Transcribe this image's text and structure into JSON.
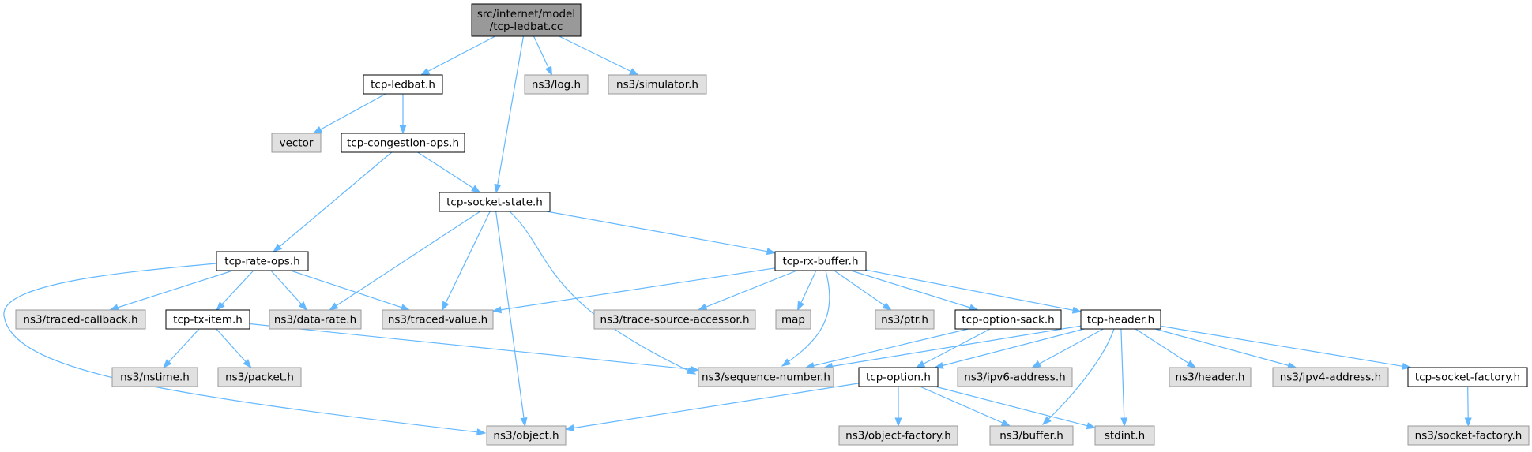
{
  "colors": {
    "edge": "#63b8ff",
    "focus_fill": "#999999",
    "external_fill": "#e0e0e0",
    "external_stroke": "#999999",
    "local_fill": "#ffffff",
    "local_stroke": "#000000"
  },
  "nodes": [
    {
      "id": "root",
      "lines": [
        "src/internet/model",
        "/tcp-ledbat.cc"
      ],
      "kind": "focus"
    },
    {
      "id": "tcp-ledbat",
      "lines": [
        "tcp-ledbat.h"
      ],
      "kind": "local"
    },
    {
      "id": "log",
      "lines": [
        "ns3/log.h"
      ],
      "kind": "external"
    },
    {
      "id": "simulator",
      "lines": [
        "ns3/simulator.h"
      ],
      "kind": "external"
    },
    {
      "id": "vector",
      "lines": [
        "vector"
      ],
      "kind": "external"
    },
    {
      "id": "cong-ops",
      "lines": [
        "tcp-congestion-ops.h"
      ],
      "kind": "local"
    },
    {
      "id": "sock-state",
      "lines": [
        "tcp-socket-state.h"
      ],
      "kind": "local"
    },
    {
      "id": "rate-ops",
      "lines": [
        "tcp-rate-ops.h"
      ],
      "kind": "local"
    },
    {
      "id": "rx-buffer",
      "lines": [
        "tcp-rx-buffer.h"
      ],
      "kind": "local"
    },
    {
      "id": "traced-cb",
      "lines": [
        "ns3/traced-callback.h"
      ],
      "kind": "external"
    },
    {
      "id": "tx-item",
      "lines": [
        "tcp-tx-item.h"
      ],
      "kind": "local"
    },
    {
      "id": "data-rate",
      "lines": [
        "ns3/data-rate.h"
      ],
      "kind": "external"
    },
    {
      "id": "traced-val",
      "lines": [
        "ns3/traced-value.h"
      ],
      "kind": "external"
    },
    {
      "id": "trace-src",
      "lines": [
        "ns3/trace-source-accessor.h"
      ],
      "kind": "external"
    },
    {
      "id": "map",
      "lines": [
        "map"
      ],
      "kind": "external"
    },
    {
      "id": "ptr",
      "lines": [
        "ns3/ptr.h"
      ],
      "kind": "external"
    },
    {
      "id": "opt-sack",
      "lines": [
        "tcp-option-sack.h"
      ],
      "kind": "local"
    },
    {
      "id": "header",
      "lines": [
        "tcp-header.h"
      ],
      "kind": "local"
    },
    {
      "id": "nstime",
      "lines": [
        "ns3/nstime.h"
      ],
      "kind": "external"
    },
    {
      "id": "packet",
      "lines": [
        "ns3/packet.h"
      ],
      "kind": "external"
    },
    {
      "id": "seq",
      "lines": [
        "ns3/sequence-number.h"
      ],
      "kind": "external"
    },
    {
      "id": "option",
      "lines": [
        "tcp-option.h"
      ],
      "kind": "local"
    },
    {
      "id": "ipv6",
      "lines": [
        "ns3/ipv6-address.h"
      ],
      "kind": "external"
    },
    {
      "id": "ns3header",
      "lines": [
        "ns3/header.h"
      ],
      "kind": "external"
    },
    {
      "id": "ipv4",
      "lines": [
        "ns3/ipv4-address.h"
      ],
      "kind": "external"
    },
    {
      "id": "sock-fact",
      "lines": [
        "tcp-socket-factory.h"
      ],
      "kind": "local"
    },
    {
      "id": "object",
      "lines": [
        "ns3/object.h"
      ],
      "kind": "external"
    },
    {
      "id": "obj-fact",
      "lines": [
        "ns3/object-factory.h"
      ],
      "kind": "external"
    },
    {
      "id": "buffer",
      "lines": [
        "ns3/buffer.h"
      ],
      "kind": "external"
    },
    {
      "id": "stdint",
      "lines": [
        "stdint.h"
      ],
      "kind": "external"
    },
    {
      "id": "ns3sockfact",
      "lines": [
        "ns3/socket-factory.h"
      ],
      "kind": "external"
    }
  ],
  "edges": [
    [
      "root",
      "tcp-ledbat"
    ],
    [
      "root",
      "log"
    ],
    [
      "root",
      "simulator"
    ],
    [
      "root",
      "sock-state"
    ],
    [
      "tcp-ledbat",
      "vector"
    ],
    [
      "tcp-ledbat",
      "cong-ops"
    ],
    [
      "cong-ops",
      "rate-ops"
    ],
    [
      "cong-ops",
      "sock-state"
    ],
    [
      "sock-state",
      "rx-buffer"
    ],
    [
      "sock-state",
      "data-rate"
    ],
    [
      "sock-state",
      "traced-val"
    ],
    [
      "sock-state",
      "seq"
    ],
    [
      "sock-state",
      "object"
    ],
    [
      "rate-ops",
      "traced-cb"
    ],
    [
      "rate-ops",
      "tx-item"
    ],
    [
      "rate-ops",
      "data-rate"
    ],
    [
      "rate-ops",
      "traced-val"
    ],
    [
      "rate-ops",
      "object"
    ],
    [
      "rx-buffer",
      "traced-val"
    ],
    [
      "rx-buffer",
      "trace-src"
    ],
    [
      "rx-buffer",
      "map"
    ],
    [
      "rx-buffer",
      "ptr"
    ],
    [
      "rx-buffer",
      "opt-sack"
    ],
    [
      "rx-buffer",
      "header"
    ],
    [
      "rx-buffer",
      "seq"
    ],
    [
      "tx-item",
      "nstime"
    ],
    [
      "tx-item",
      "packet"
    ],
    [
      "tx-item",
      "seq"
    ],
    [
      "opt-sack",
      "seq"
    ],
    [
      "opt-sack",
      "option"
    ],
    [
      "header",
      "seq"
    ],
    [
      "header",
      "option"
    ],
    [
      "header",
      "ipv6"
    ],
    [
      "header",
      "ns3header"
    ],
    [
      "header",
      "ipv4"
    ],
    [
      "header",
      "sock-fact"
    ],
    [
      "header",
      "buffer"
    ],
    [
      "header",
      "stdint"
    ],
    [
      "option",
      "object"
    ],
    [
      "option",
      "obj-fact"
    ],
    [
      "option",
      "buffer"
    ],
    [
      "option",
      "stdint"
    ],
    [
      "sock-fact",
      "ns3sockfact"
    ]
  ]
}
